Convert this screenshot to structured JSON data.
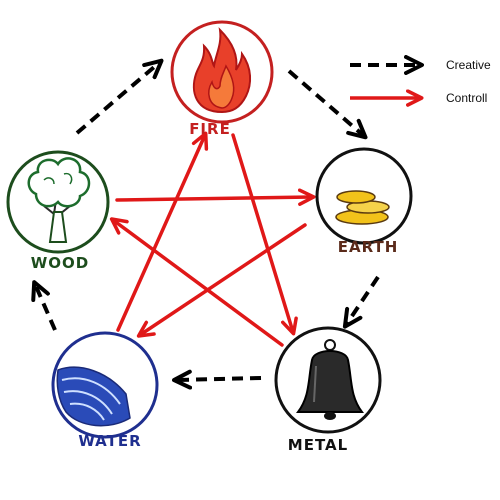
{
  "diagram": {
    "elements": {
      "fire": {
        "label": "FIRE",
        "color": "#cc2222"
      },
      "earth": {
        "label": "EARTH",
        "color": "#5a2a1a"
      },
      "metal": {
        "label": "METAL",
        "color": "#111111"
      },
      "water": {
        "label": "WATER",
        "color": "#1f2f8f"
      },
      "wood": {
        "label": "WOOD",
        "color": "#1d4d1d"
      }
    },
    "legend": {
      "creative_label": "Creative",
      "controlling_label": "Controll"
    },
    "colors": {
      "creative_arrow": "#000000",
      "controlling_arrow": "#e01818",
      "fire_fill": "#e83a2a",
      "wood_fill": "#2e7d32",
      "water_fill": "#1e3fa8",
      "earth_fill": "#f2c21a",
      "metal_fill": "#222222"
    }
  }
}
